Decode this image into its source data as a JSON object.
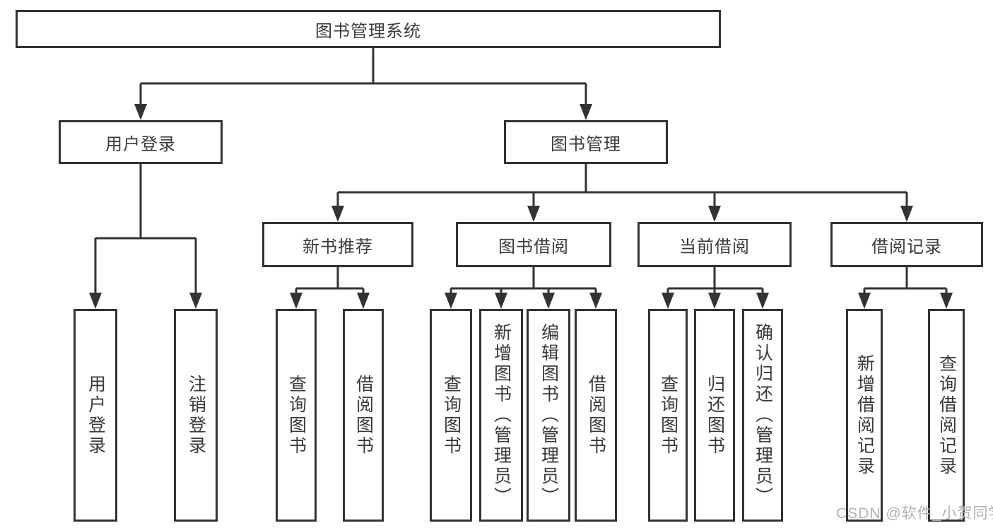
{
  "colors": {
    "background": "#ffffff",
    "line": "#333333",
    "box_border": "#333333",
    "text": "#3a3a3a",
    "watermark": "#b3b3b3"
  },
  "watermark": {
    "text": "CSDN @软件_小贺同学"
  },
  "tree": {
    "label": "图书管理系统",
    "children": [
      {
        "label": "用户登录",
        "children": [
          {
            "label": "用户登录"
          },
          {
            "label": "注销登录"
          }
        ]
      },
      {
        "label": "图书管理",
        "children": [
          {
            "label": "新书推荐",
            "children": [
              {
                "label": "查询图书"
              },
              {
                "label": "借阅图书"
              }
            ]
          },
          {
            "label": "图书借阅",
            "children": [
              {
                "label": "查询图书"
              },
              {
                "label": "新增图书（管理员）"
              },
              {
                "label": "编辑图书（管理员）"
              },
              {
                "label": "借阅图书"
              }
            ]
          },
          {
            "label": "当前借阅",
            "children": [
              {
                "label": "查询图书"
              },
              {
                "label": "归还图书"
              },
              {
                "label": "确认归还（管理员）"
              }
            ]
          },
          {
            "label": "借阅记录",
            "children": [
              {
                "label": "新增借阅记录"
              },
              {
                "label": "查询借阅记录"
              }
            ]
          }
        ]
      }
    ]
  }
}
